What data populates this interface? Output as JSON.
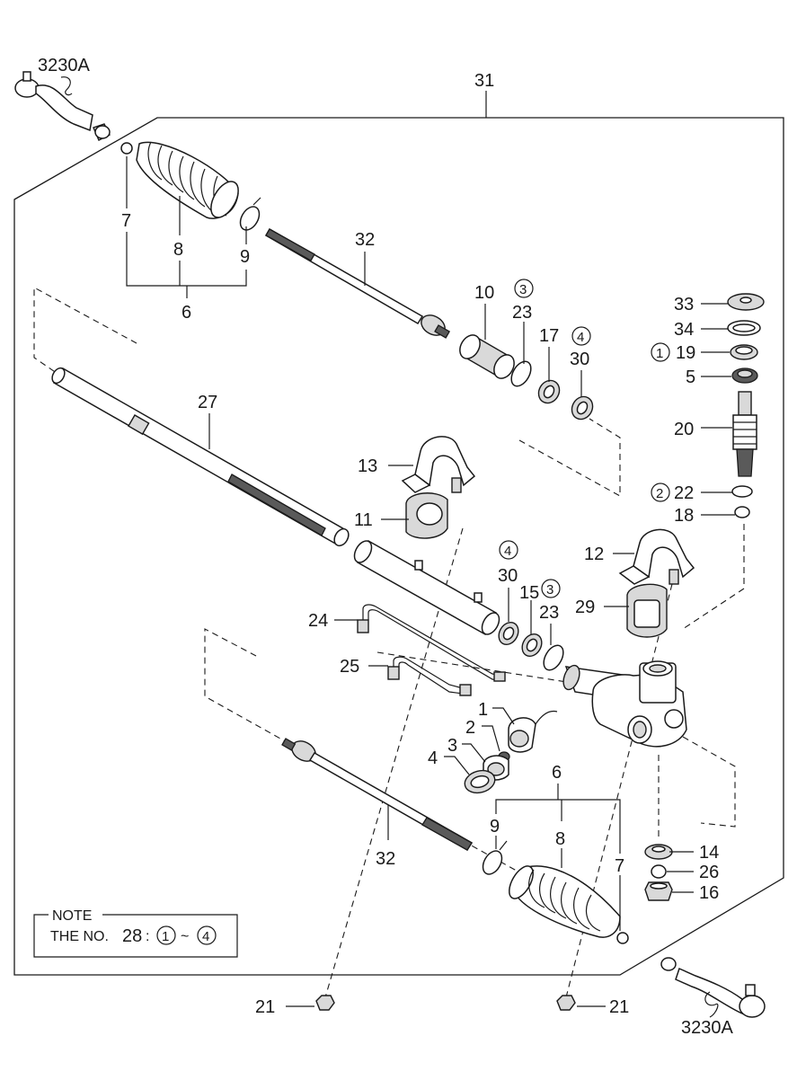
{
  "labels": {
    "tie_rod_end_top": "3230A",
    "assembly": "31",
    "seal_left": "7",
    "boot_left": "8",
    "band_left": "9",
    "boot_kit_left": "6",
    "inner_rod_top": "32",
    "bushing": "10",
    "oring_top": "23",
    "seal_17": "17",
    "seal_30_top": "30",
    "part_33": "33",
    "part_34": "34",
    "part_19": "19",
    "part_5": "5",
    "pinion": "20",
    "part_22": "22",
    "part_18": "18",
    "rack": "27",
    "clamp_13": "13",
    "mount_11": "11",
    "clamp_12": "12",
    "mount_29": "29",
    "seal_30_mid": "30",
    "part_15": "15",
    "oring_mid": "23",
    "pipe_24": "24",
    "pipe_25": "25",
    "support_1": "1",
    "spring_2": "2",
    "plug_3": "3",
    "nut_4": "4",
    "boot_kit_right": "6",
    "band_right": "9",
    "boot_right": "8",
    "seal_right": "7",
    "inner_rod_bottom": "32",
    "part_14": "14",
    "part_26": "26",
    "part_16": "16",
    "bolt_21_left": "21",
    "bolt_21_right": "21",
    "tie_rod_end_bottom": "3230A"
  },
  "kit_marks": {
    "mark_3_top": "3",
    "mark_4_top": "4",
    "mark_1": "1",
    "mark_2": "2",
    "mark_4_mid": "4",
    "mark_3_mid": "3"
  },
  "note": {
    "heading": "NOTE",
    "prefix": "THE NO.",
    "number": "28",
    "colon": ":",
    "from": "1",
    "tilde": "~",
    "to": "4"
  }
}
